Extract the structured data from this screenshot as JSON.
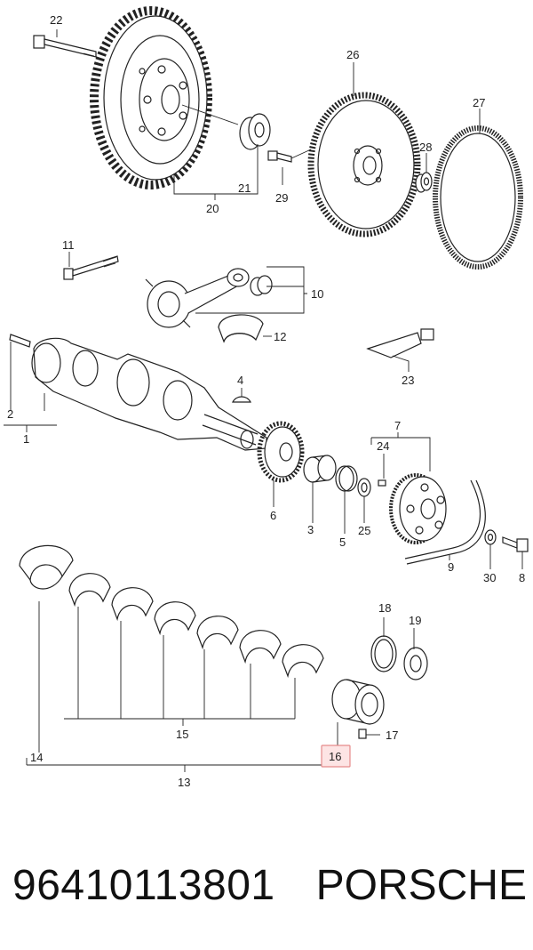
{
  "callouts": {
    "c1": "1",
    "c2": "2",
    "c3": "3",
    "c4": "4",
    "c5": "5",
    "c6": "6",
    "c7": "7",
    "c8": "8",
    "c9": "9",
    "c10": "10",
    "c11": "11",
    "c12": "12",
    "c13": "13",
    "c14": "14",
    "c15": "15",
    "c16": "16",
    "c17": "17",
    "c18": "18",
    "c19": "19",
    "c20": "20",
    "c21": "21",
    "c22": "22",
    "c23": "23",
    "c24": "24",
    "c25": "25",
    "c26": "26",
    "c27": "27",
    "c28": "28",
    "c29": "29",
    "c30": "30"
  },
  "highlighted_callout": "16",
  "colors": {
    "line": "#222222",
    "highlight_fill": "#fde4e4",
    "highlight_stroke": "#e58b8b"
  },
  "caption": {
    "part_number": "96410113801",
    "brand": "PORSCHE"
  }
}
